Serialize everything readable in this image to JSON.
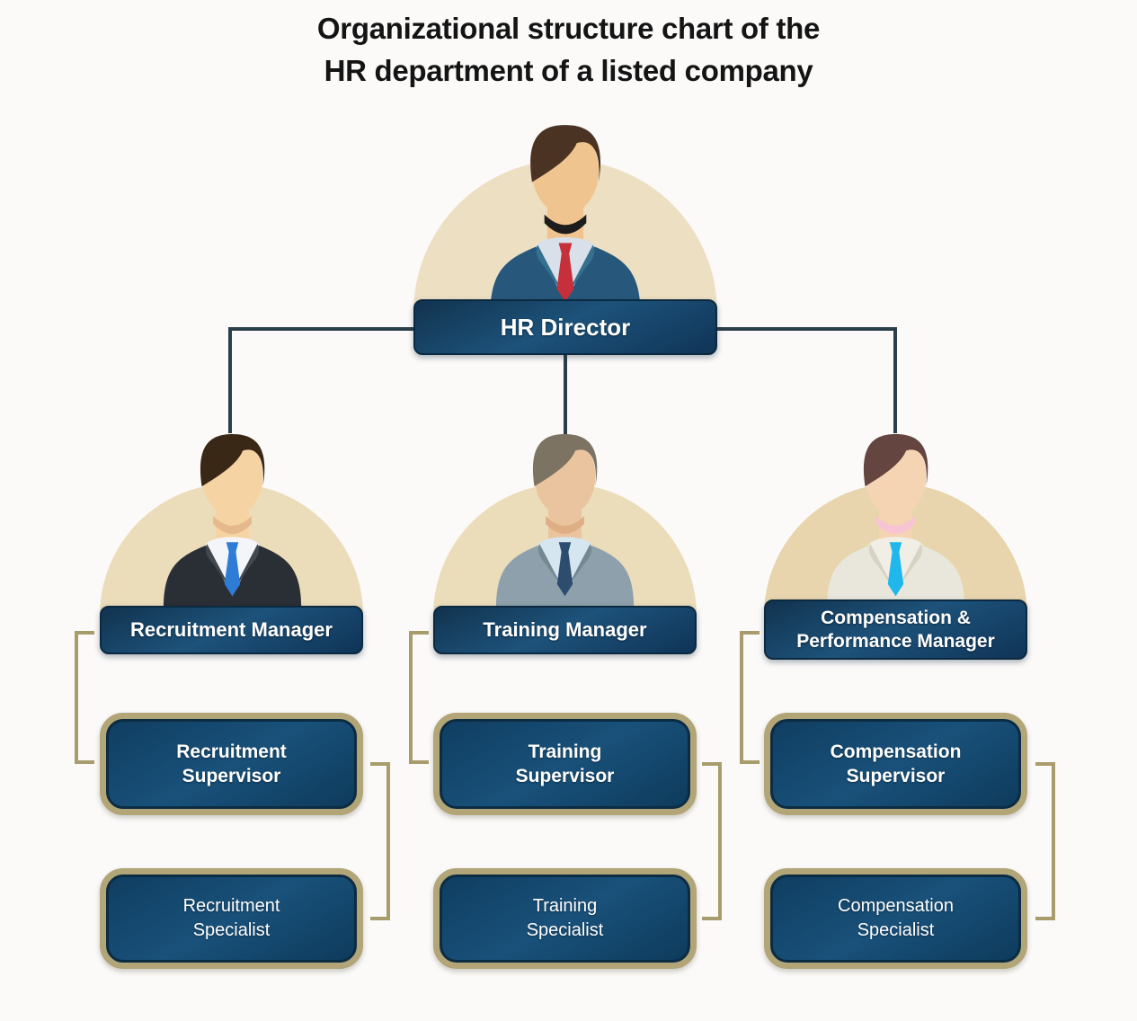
{
  "title": {
    "text": "Organizational structure chart of the\nHR department of a listed company"
  },
  "director": {
    "label": "HR Director",
    "person": {
      "hair": "#4a3323",
      "skin": "#f0c48e",
      "shirt": "#d9e0ea",
      "tie": "#c5303a",
      "suit": "#27587c",
      "lapel": "#36708f",
      "accent": "#1d1d1d"
    }
  },
  "columns": [
    {
      "manager": {
        "label": "Recruitment Manager",
        "person": {
          "hair": "#3a2817",
          "skin": "#f6d3a2",
          "shirt": "#f3f5f8",
          "tie": "#2e7cd6",
          "suit": "#2a2e35",
          "lapel": "#424850",
          "accent": "#e5b98b"
        }
      },
      "supervisor": {
        "label": "Recruitment\nSupervisor"
      },
      "specialist": {
        "label": "Recruitment\nSpecialist"
      }
    },
    {
      "manager": {
        "label": "Training Manager",
        "person": {
          "hair": "#7c7363",
          "skin": "#eac49e",
          "shirt": "#d6e6f1",
          "tie": "#2d4d6f",
          "suit": "#8da0ab",
          "lapel": "#748894",
          "accent": "#dfae85"
        }
      },
      "supervisor": {
        "label": "Training\nSupervisor"
      },
      "specialist": {
        "label": "Training\nSpecialist"
      }
    },
    {
      "manager": {
        "label": "Compensation &\nPerformance Manager",
        "person": {
          "hair": "#64453f",
          "skin": "#f4d4b2",
          "shirt": "#f0eee5",
          "tie": "#1fb7ec",
          "suit": "#e9e7dc",
          "lapel": "#d6d3c4",
          "accent": "#f8c3d2"
        }
      },
      "supervisor": {
        "label": "Compensation\nSupervisor"
      },
      "specialist": {
        "label": "Compensation\nSpecialist"
      }
    }
  ],
  "colors": {
    "background": "#fbfaf9",
    "connector_line": "#2b3f4a",
    "bracket_gold": "#a89c6c",
    "box_border_gold": "#b2a577",
    "box_navy": "#15466b",
    "backdrop_tan": "#ebdcba",
    "text_white": "#ffffff",
    "title_black": "#141414"
  }
}
